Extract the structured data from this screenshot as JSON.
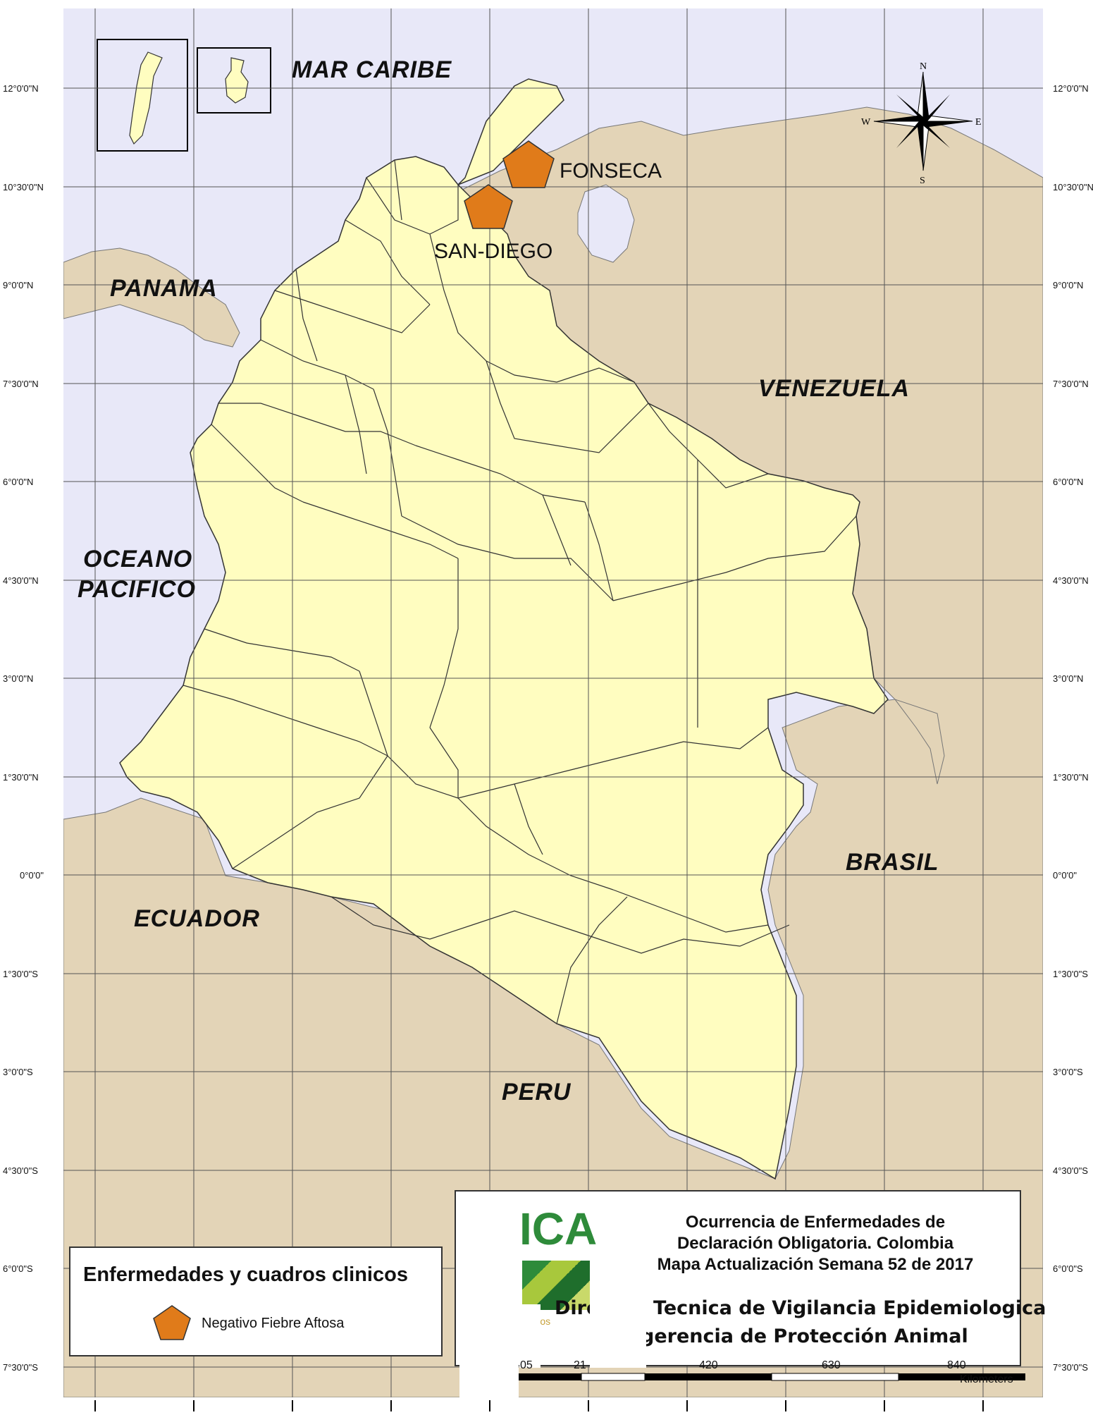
{
  "lat_labels": [
    "12°0'0\"N",
    "10°30'0\"N",
    "9°0'0\"N",
    "7°30'0\"N",
    "6°0'0\"N",
    "4°30'0\"N",
    "3°0'0\"N",
    "1°30'0\"N",
    "0°0'0\"",
    "1°30'0\"S",
    "3°0'0\"S",
    "4°30'0\"S",
    "6°0'0\"S",
    "7°30'0\"S"
  ],
  "labels": {
    "mar_caribe": "MAR CARIBE",
    "panama": "PANAMA",
    "venezuela": "VENEZUELA",
    "oceano_1": "OCEANO",
    "oceano_2": "PACIFICO",
    "ecuador": "ECUADOR",
    "brasil": "BRASIL",
    "peru": "PERU"
  },
  "compass": {
    "n": "N",
    "s": "S",
    "e": "E",
    "w": "W"
  },
  "places": [
    {
      "name": "FONSECA"
    },
    {
      "name": "SAN-DIEGO"
    }
  ],
  "legend": {
    "title": "Enfermedades y cuadros clinicos",
    "item_label": "Negativo Fiebre Aftosa",
    "symbol_color": "#E07B1A"
  },
  "title_block": {
    "line1": "Ocurrencia de Enfermedades de",
    "line2": "Declaración Obligatoria. Colombia",
    "line3": "Mapa Actualización Semana 52 de 2017",
    "line4": "Dire",
    "line4b": "Tecnica de Vigilancia Epidemiologica",
    "line5": "gerencia de Protección Animal",
    "logo_text": "ICA",
    "logo_years": "5años"
  },
  "scale": {
    "ticks": [
      "05",
      "21",
      "420",
      "630",
      "840"
    ],
    "unit": "Kilometers"
  },
  "colors": {
    "sea": "#E8E8F8",
    "colombia": "#FFFDC0",
    "neighbors": "#E3D4B7",
    "marker": "#E07B1A",
    "grid": "#555555"
  }
}
